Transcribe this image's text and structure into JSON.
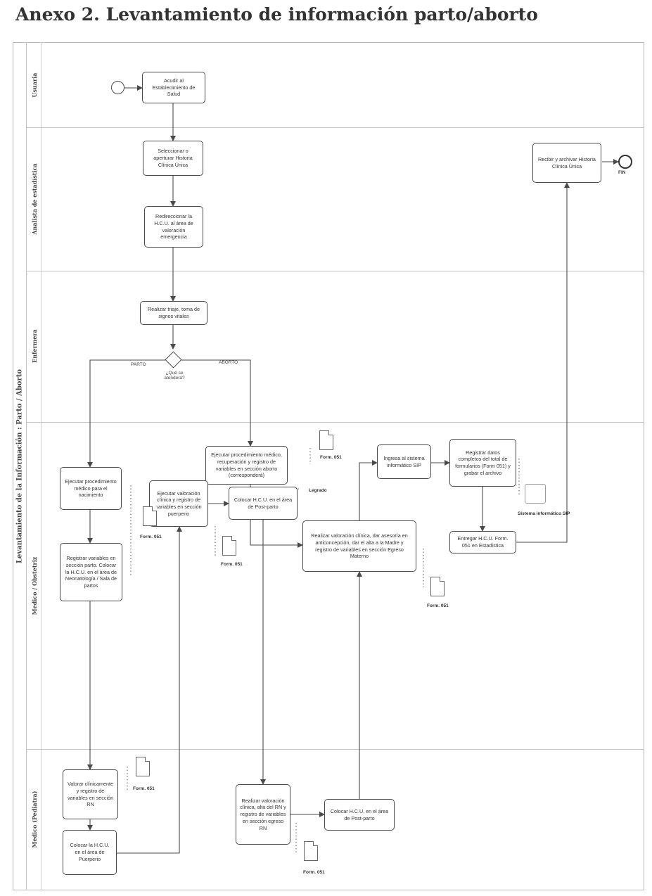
{
  "title": "Anexo 2. Levantamiento de información parto/aborto",
  "pool_label": "Levantamiento de la Información : Parto / Aborto",
  "lanes": [
    "Usuaria",
    "Analista de estadística",
    "Enfermera",
    "Medico / Obstetriz",
    "Medico (Pediatra)"
  ],
  "nodes": {
    "acudir": "Acudir al Establecimiento de Salud",
    "seleccionar": "Seleccionar o aperturar Historia Clínica Única",
    "redireccionar": "Redireccionar la H.C.U. al área de valoración emergencia",
    "triaje": "Realizar triaje, toma de signos vitales",
    "decision": "¿Qué se atenderá?",
    "nacimiento": "Ejecutar procedimiento médico para el nacimiento",
    "registrar_parto": "Registrar variables en sección parto. Colocar la H.C.U. en el área de Neonatología / Sala de partos",
    "aborto": "Ejecutar procedimiento médico, recuperación y registro de variables en sección aborto (corresponderá)",
    "valoracion_egreso": "Realizar valoración clínica, dar asesoría en anticoncepción, dar el alta a la Madre y registro de variables en sección Egreso Materno",
    "ingresa_sip": "Ingresa al sistema informático SIP",
    "registrar_datos": "Registrar datos completos del total de formularios (Form 051) y grabar el archivo",
    "entregar": "Entregar H.C.U. Form. 051 en Estadística",
    "recibir": "Recibir y archivar Historia Clínica Única",
    "puerperio": "Ejecutar valoración clínica y registro de variables en sección puerperio",
    "postparto_medico": "Colocar H.C.U. en el área de Post-parto",
    "valorar_rn": "Valorar clínicamente y registro de variables en sección RN",
    "colocar_puerperio": "Colocar la H.C.U. en el área de Puerperio",
    "alta_rn": "Realizar valoración clínica, alta del RN y registro de variables en sección egreso RN",
    "postparto_pediatra": "Colocar H.C.U. en el área de Post-parto"
  },
  "edge_labels": {
    "parto": "PARTO",
    "aborto": "ABORTO"
  },
  "annotations": {
    "form_051": "Form. 051",
    "legrado": "Legrado",
    "sistema_sip": "Sistema informático SIP",
    "fin": "FIN"
  },
  "colors": {
    "line": "#4a4a4a",
    "border": "#c4c4c4"
  }
}
